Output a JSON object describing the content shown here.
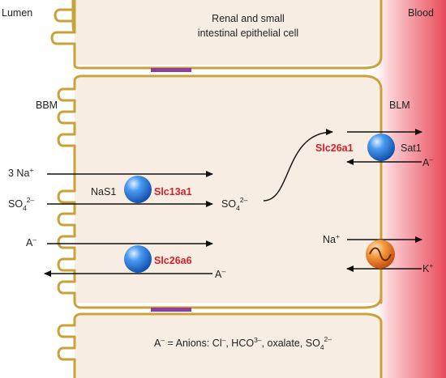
{
  "labels": {
    "lumen": "Lumen",
    "blood": "Blood",
    "cell_title_line1": "Renal and small",
    "cell_title_line2": "intestinal epithelial cell",
    "bbm": "BBM",
    "blm": "BLM",
    "na_in": "3 Na",
    "na_in_sup": "+",
    "nas1": "NaS1",
    "slc13a1": "Slc13a1",
    "so4_left": "SO",
    "so4_left_sub": "4",
    "so4_left_sup": "2–",
    "so4_mid": "SO",
    "so4_mid_sub": "4",
    "so4_mid_sup": "2–",
    "slc26a1": "Slc26a1",
    "sat1": "Sat1",
    "anion_blm": "A",
    "anion_blm_sup": "–",
    "anion_in": "A",
    "anion_in_sup": "–",
    "slc26a6": "Slc26a6",
    "anion_out": "A",
    "anion_out_sup": "–",
    "na_pump": "Na",
    "na_pump_sup": "+",
    "k_pump": "K",
    "k_pump_sup": "+",
    "legend_prefix": "A",
    "legend_prefix_sup": "–",
    "legend_mid1": " = Anions: Cl",
    "legend_mid1_sup": "–",
    "legend_mid2": ", HCO",
    "legend_mid2_sup": "3–",
    "legend_mid3": ", oxalate, SO",
    "legend_sub": "4",
    "legend_sup": "2–"
  },
  "colors": {
    "membrane": "#c9a23a",
    "cytoplasm": "#f8ede3",
    "tight_junction": "#8e3f9b",
    "transporter_blue": "#2c78d4",
    "pump_orange": "#e8732a",
    "accent_red": "#d3202a",
    "blood": "#e94a5a"
  }
}
